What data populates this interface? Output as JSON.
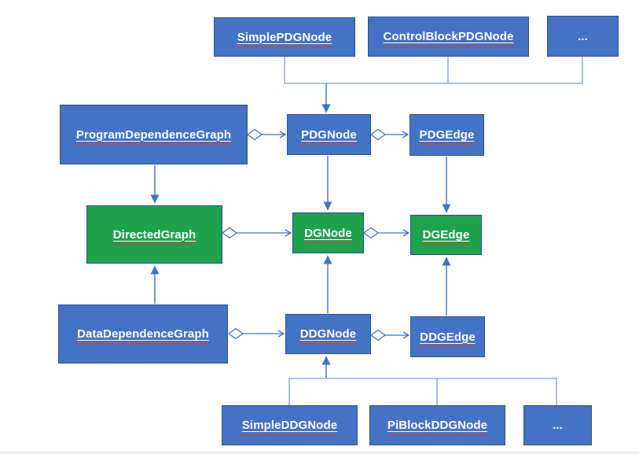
{
  "diagram": {
    "description": "UML-style class hierarchy diagram of dependence-graph classes",
    "colors": {
      "class_fill_blue": "#4472C4",
      "class_fill_green": "#1EA24E",
      "class_border": "#2F528F",
      "connector_blue": "#4472C4",
      "connector_light_blue": "#7D9BD4",
      "label_text": "#ffffff",
      "spellcheck_underline_red": "#E33B2E",
      "background": "#ffffff"
    },
    "nodes": {
      "simple_pdg_node": {
        "label": "SimplePDGNode",
        "variant": "blue"
      },
      "control_block_pdg_node": {
        "label": "ControlBlockPDGNode",
        "variant": "blue"
      },
      "pdg_more": {
        "label": "...",
        "variant": "blue"
      },
      "program_dependence_graph": {
        "label": "ProgramDependenceGraph",
        "variant": "blue"
      },
      "pdg_node": {
        "label": "PDGNode",
        "variant": "blue"
      },
      "pdg_edge": {
        "label": "PDGEdge",
        "variant": "blue"
      },
      "directed_graph": {
        "label": "DirectedGraph",
        "variant": "green"
      },
      "dg_node": {
        "label": "DGNode",
        "variant": "green"
      },
      "dg_edge": {
        "label": "DGEdge",
        "variant": "green"
      },
      "data_dependence_graph": {
        "label": "DataDependenceGraph",
        "variant": "blue"
      },
      "ddg_node": {
        "label": "DDGNode",
        "variant": "blue"
      },
      "ddg_edge": {
        "label": "DDGEdge",
        "variant": "blue"
      },
      "simple_ddg_node": {
        "label": "SimpleDDGNode",
        "variant": "blue"
      },
      "pi_block_ddg_node": {
        "label": "PiBlockDDGNode",
        "variant": "blue"
      },
      "ddg_more": {
        "label": "...",
        "variant": "blue"
      }
    },
    "edges": [
      {
        "from": "SimplePDGNode",
        "to": "PDGNode",
        "type": "inheritance"
      },
      {
        "from": "ControlBlockPDGNode",
        "to": "PDGNode",
        "type": "inheritance"
      },
      {
        "from": "...",
        "to": "PDGNode",
        "type": "inheritance"
      },
      {
        "from": "ProgramDependenceGraph",
        "to": "PDGNode",
        "type": "aggregation"
      },
      {
        "from": "PDGNode",
        "to": "PDGEdge",
        "type": "aggregation"
      },
      {
        "from": "ProgramDependenceGraph",
        "to": "DirectedGraph",
        "type": "inheritance"
      },
      {
        "from": "PDGNode",
        "to": "DGNode",
        "type": "inheritance"
      },
      {
        "from": "PDGEdge",
        "to": "DGEdge",
        "type": "inheritance"
      },
      {
        "from": "DirectedGraph",
        "to": "DGNode",
        "type": "aggregation"
      },
      {
        "from": "DGNode",
        "to": "DGEdge",
        "type": "aggregation"
      },
      {
        "from": "DataDependenceGraph",
        "to": "DirectedGraph",
        "type": "inheritance"
      },
      {
        "from": "DDGNode",
        "to": "DGNode",
        "type": "inheritance"
      },
      {
        "from": "DDGEdge",
        "to": "DGEdge",
        "type": "inheritance"
      },
      {
        "from": "DataDependenceGraph",
        "to": "DDGNode",
        "type": "aggregation"
      },
      {
        "from": "DDGNode",
        "to": "DDGEdge",
        "type": "aggregation"
      },
      {
        "from": "SimpleDDGNode",
        "to": "DDGNode",
        "type": "inheritance"
      },
      {
        "from": "PiBlockDDGNode",
        "to": "DDGNode",
        "type": "inheritance"
      },
      {
        "from": "...",
        "to": "DDGNode",
        "type": "inheritance"
      }
    ]
  }
}
